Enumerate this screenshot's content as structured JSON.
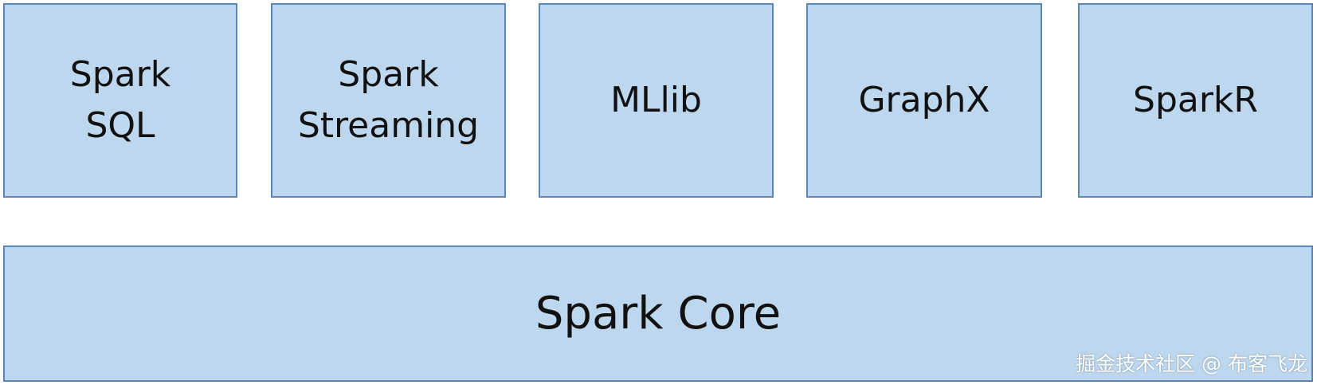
{
  "modules": [
    {
      "label": "Spark\nSQL"
    },
    {
      "label": "Spark\nStreaming"
    },
    {
      "label": "MLlib"
    },
    {
      "label": "GraphX"
    },
    {
      "label": "SparkR"
    }
  ],
  "core": {
    "label": "Spark Core"
  },
  "watermark": {
    "text": "掘金技术社区 @ 布客飞龙"
  },
  "colors": {
    "box_fill": "#bdd7ee",
    "box_border": "#5b86b5",
    "text": "#111111"
  }
}
